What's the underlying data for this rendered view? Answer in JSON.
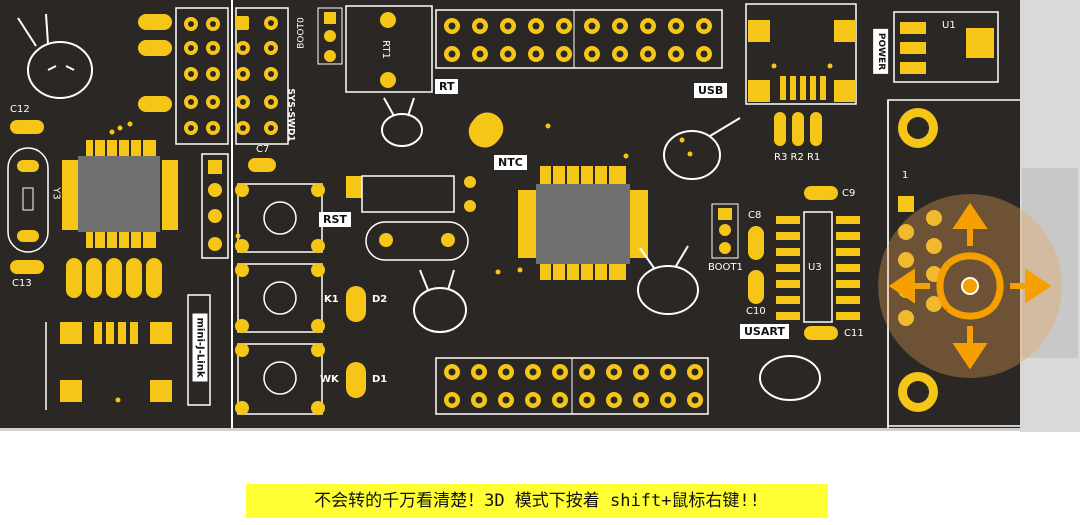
{
  "pcb": {
    "refdes": {
      "c12": "C12",
      "y3": "Y3",
      "c13": "C13",
      "c7": "C7",
      "boot0": "BOOT0",
      "swd": "SYS-SWD1",
      "rt1": "RT1",
      "rst": "RST",
      "k1": "K1",
      "d2": "D2",
      "wk": "WK",
      "d1": "D1",
      "mini": "mini-J-Link",
      "ntc": "NTC",
      "rt": "RT",
      "usb": "USB",
      "power": "POWER",
      "u1": "U1",
      "r3r2r1": "R3 R2 R1",
      "c9": "C9",
      "c8": "C8",
      "boot1": "BOOT1",
      "u3": "U3",
      "c10": "C10",
      "usart": "USART",
      "c11": "C11",
      "pin1": "1"
    }
  },
  "caption": "不会转的千万看清楚！3D 模式下按着 shift+鼠标右键!!",
  "colors": {
    "board": "#2b2724",
    "pad": "#f5c518",
    "silkscreen": "#ffffff",
    "chip": "#707070",
    "caption_bg": "#ffff33",
    "orbit_cursor": "#f5a000"
  }
}
